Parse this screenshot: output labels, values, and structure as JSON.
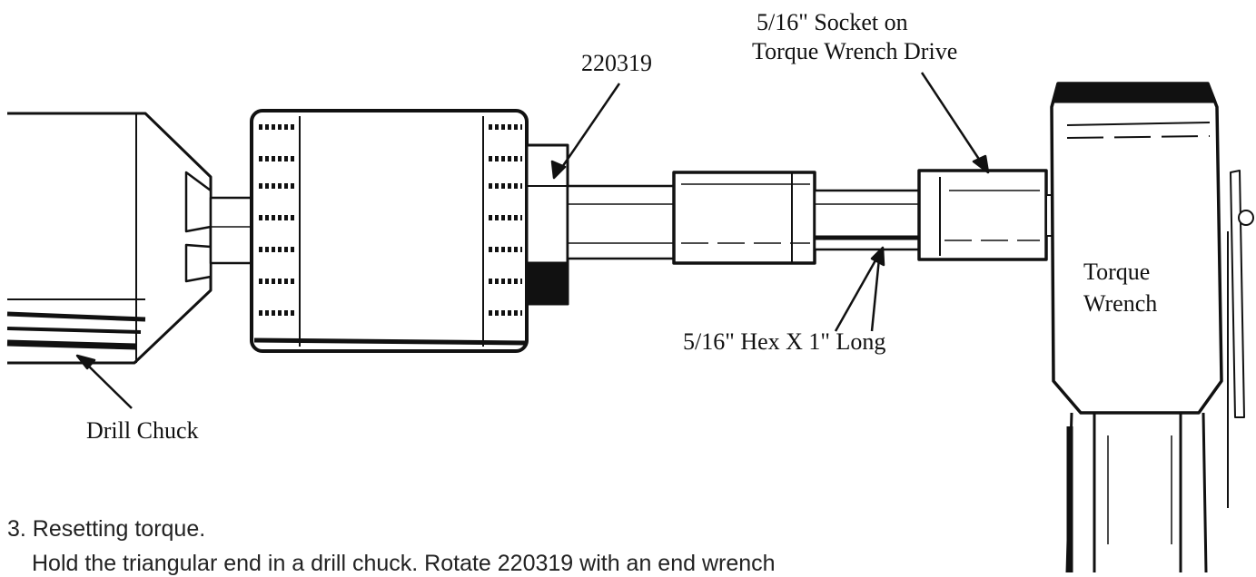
{
  "labels": {
    "part_number": "220319",
    "socket_line1": "5/16\" Socket on",
    "socket_line2": "Torque Wrench Drive",
    "hex": "5/16\" Hex X 1\" Long",
    "drill_chuck": "Drill Chuck",
    "torque_line1": "Torque",
    "torque_line2": "Wrench"
  },
  "instructions": {
    "step_title": "3. Resetting torque.",
    "step_body": "Hold the triangular end in a drill chuck. Rotate 220319 with an end wrench"
  }
}
